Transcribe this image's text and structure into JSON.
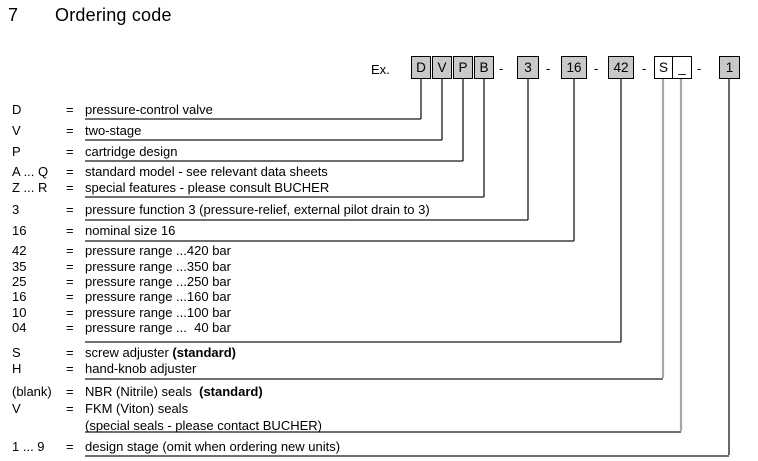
{
  "title": {
    "number": "7",
    "text": "Ordering code"
  },
  "colors": {
    "box-fill": "#c9c9c9",
    "box-border": "#000000",
    "line-dark": "#1a1a1a",
    "line-gray": "#a6a6a6"
  },
  "example": {
    "label": "Ex.",
    "c1": "D",
    "c2": "V",
    "c3": "P",
    "c4": "B",
    "b1": "3",
    "b2": "16",
    "b3": "42",
    "c5": "S",
    "c6": "_",
    "b4": "1",
    "dash": "-"
  },
  "rows": [
    {
      "label": "D",
      "eq": "=",
      "text": "pressure-control valve"
    },
    {
      "label": "V",
      "eq": "=",
      "text": "two-stage"
    },
    {
      "label": "P",
      "eq": "=",
      "text": "cartridge design"
    },
    {
      "label": "A ... Q",
      "eq": "=",
      "text": "standard model - see relevant data sheets"
    },
    {
      "label": "Z ... R",
      "eq": "=",
      "text": "special features - please consult BUCHER"
    },
    {
      "label": "3",
      "eq": "=",
      "text": "pressure function 3 (pressure-relief, external pilot drain to 3)"
    },
    {
      "label": "16",
      "eq": "=",
      "text": "nominal size 16"
    },
    {
      "label": "42",
      "eq": "=",
      "text": "pressure range ...420 bar"
    },
    {
      "label": "35",
      "eq": "=",
      "text": "pressure range ...350 bar"
    },
    {
      "label": "25",
      "eq": "=",
      "text": "pressure range ...250 bar"
    },
    {
      "label": "16",
      "eq": "=",
      "text": "pressure range ...160 bar"
    },
    {
      "label": "10",
      "eq": "=",
      "text": "pressure range ...100 bar"
    },
    {
      "label": "04",
      "eq": "=",
      "text": "pressure range ...  40 bar"
    },
    {
      "label": "S",
      "eq": "=",
      "text": "screw adjuster ",
      "bold": "(standard)"
    },
    {
      "label": "H",
      "eq": "=",
      "text": "hand-knob adjuster"
    },
    {
      "label": "(blank)",
      "eq": "=",
      "text": "NBR (Nitrile) seals  ",
      "bold": "(standard)"
    },
    {
      "label": "V",
      "eq": "=",
      "text": "FKM (Viton) seals"
    },
    {
      "label": "",
      "eq": "",
      "text": "(special seals - please contact BUCHER)"
    },
    {
      "label": "1 ... 9",
      "eq": "=",
      "text": "design stage (omit when ordering new units)"
    }
  ]
}
